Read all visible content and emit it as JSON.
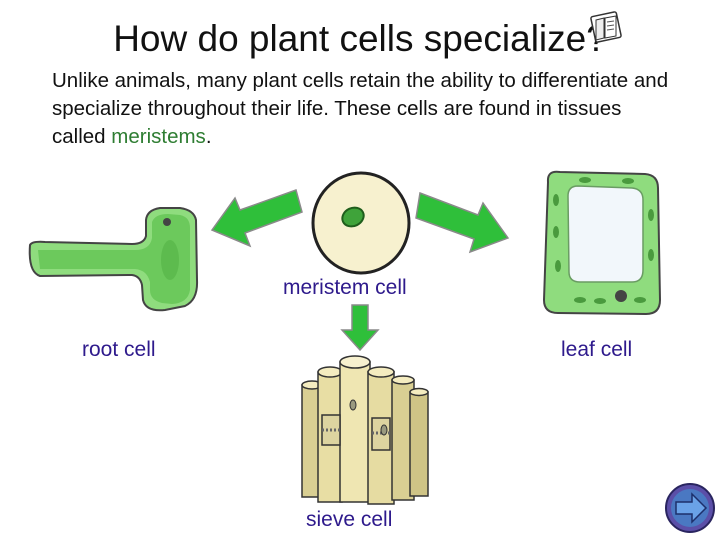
{
  "slide": {
    "title": "How do plant cells specialize?",
    "intro_part1": "Unlike animals, many plant cells retain the ability to differentiate and specialize throughout their life. These cells are found in tissues called ",
    "intro_highlight": "meristems",
    "intro_end": "."
  },
  "labels": {
    "meristem": "meristem cell",
    "root": "root cell",
    "leaf": "leaf cell",
    "sieve": "sieve cell"
  },
  "icons": {
    "title_icon": "book-icon",
    "nav_icon": "next-arrow-icon"
  },
  "colors": {
    "label_text": "#2e1a8c",
    "keyword": "#2e7d32",
    "arrow_green": "#2fbf3a",
    "cell_green": "#8fdc7e",
    "meristem_fill": "#f7f1cf",
    "sieve_fill": "#efe6b2",
    "nav_blue": "#4a78c2"
  }
}
